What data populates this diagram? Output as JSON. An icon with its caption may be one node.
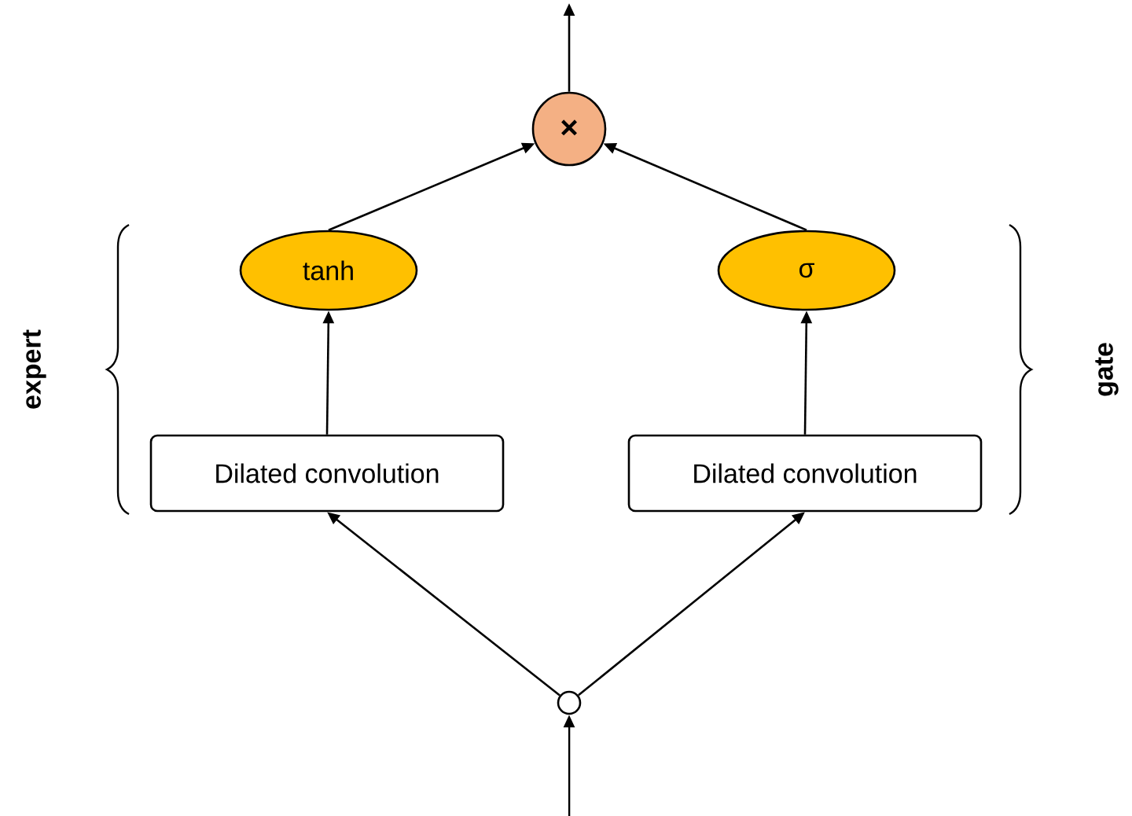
{
  "diagram": {
    "nodes": [
      {
        "text": [
          "×"
        ]
      },
      {
        "text": [
          "tanh"
        ]
      },
      {
        "text": [
          "σ"
        ]
      },
      {
        "text": [
          "Dilated convolution"
        ]
      },
      {
        "text": [
          "Dilated convolution"
        ]
      },
      {
        "text": [],
        "shape": "circle"
      }
    ],
    "edges": [
      {
        "from": 0,
        "to": null,
        "arrow": "to"
      },
      {
        "from": 1,
        "to": 0,
        "arrow": "to"
      },
      {
        "from": 2,
        "to": 0,
        "arrow": "to"
      },
      {
        "from": 3,
        "to": 1,
        "arrow": "to"
      },
      {
        "from": 4,
        "to": 2,
        "arrow": "to"
      },
      {
        "from": 5,
        "to": 3,
        "arrow": "to"
      },
      {
        "from": 5,
        "to": 4,
        "arrow": "to"
      },
      {
        "from": null,
        "to": 5,
        "arrow": "to"
      }
    ],
    "labels": [
      "expert",
      "gate"
    ]
  }
}
